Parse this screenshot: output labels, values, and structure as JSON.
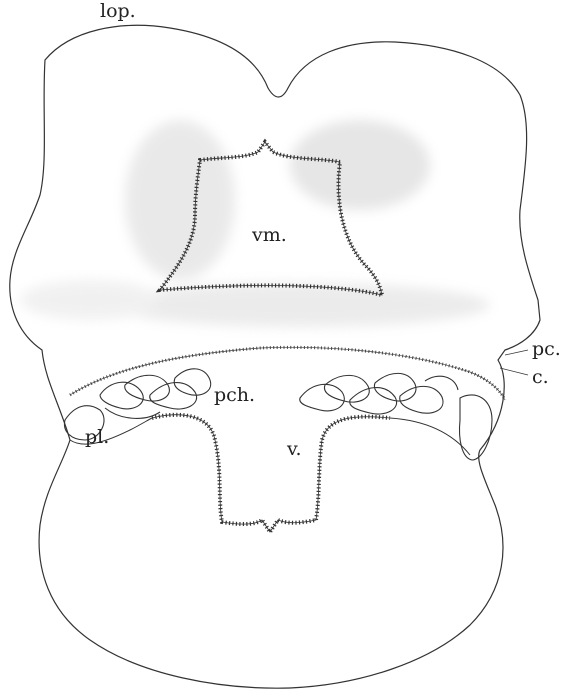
{
  "labels": {
    "lop": "lop.",
    "vm": "vm.",
    "pch": "pch.",
    "v": "v.",
    "pl": "pl.",
    "pc": "pc.",
    "c": "c."
  },
  "colors": {
    "ink": "#333333",
    "stipple": "#b8b8b8"
  }
}
